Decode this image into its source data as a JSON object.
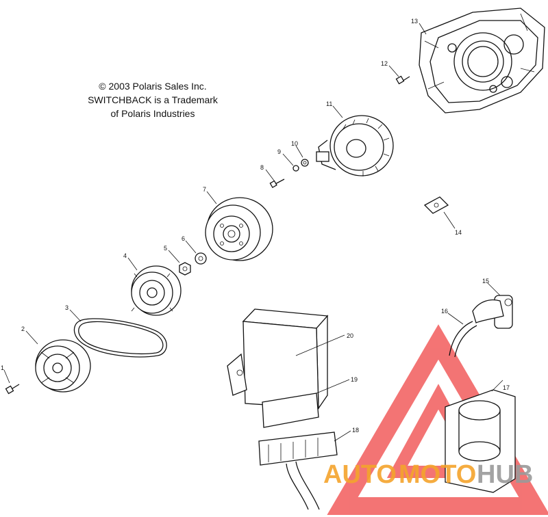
{
  "notice": {
    "line1": "© 2003 Polaris Sales Inc.",
    "line2": "SWITCHBACK is a Trademark",
    "line3": "of Polaris Industries"
  },
  "callouts": {
    "c1": "1",
    "c2": "2",
    "c3": "3",
    "c4": "4",
    "c5": "5",
    "c6": "6",
    "c7": "7",
    "c8": "8",
    "c9": "9",
    "c10": "10",
    "c11": "11",
    "c12": "12",
    "c13": "13",
    "c14": "14",
    "c15": "15",
    "c16": "16",
    "c17": "17",
    "c18": "18",
    "c19": "19",
    "c20": "20"
  },
  "watermark": {
    "part1": "AUTO",
    "part2": "MOTO",
    "part3": "HUB",
    "color_main": "#f4a42c",
    "color_hub": "#9a9a9a",
    "logo_color": "#f04646"
  }
}
